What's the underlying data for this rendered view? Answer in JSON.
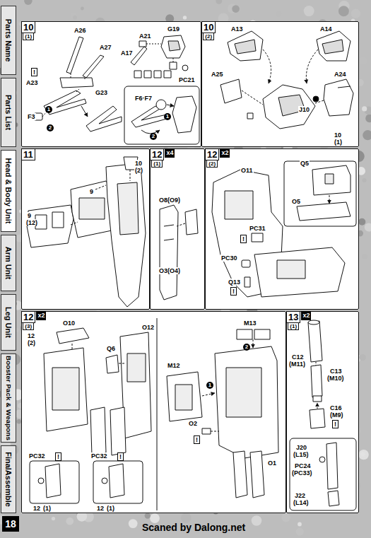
{
  "diagram": {
    "nodes": [
      {
        "text": [
          "10",
          "(1)"
        ]
      },
      {
        "text": [
          "10",
          "(2)"
        ]
      },
      {
        "text": [
          "11"
        ]
      },
      {
        "text": [
          "12",
          "(1)",
          "x4"
        ]
      },
      {
        "text": [
          "12",
          "(2)",
          "x2"
        ]
      },
      {
        "text": [
          "12",
          "(3)",
          "x2"
        ]
      },
      {
        "text": [
          "13",
          "(1)",
          "x2"
        ]
      },
      {
        "text": [
          "Parts Name"
        ]
      },
      {
        "text": [
          "Parts List"
        ]
      },
      {
        "text": [
          "Head & Body Unit"
        ]
      },
      {
        "text": [
          "Arm Unit"
        ]
      },
      {
        "text": [
          "Leg Unit"
        ]
      },
      {
        "text": [
          "Booster Pack & Weapons"
        ]
      },
      {
        "text": [
          "FinalAssemble"
        ]
      },
      {
        "text": [
          "18"
        ]
      }
    ],
    "labels": [
      "A26",
      "A27",
      "G23",
      "!",
      "A23",
      "F3",
      "1",
      "2",
      "A21",
      "A17",
      "G19",
      "PC21",
      "F6·F7",
      "1",
      "2",
      "A13",
      "A14",
      "A25",
      "A24",
      "J10",
      "10",
      "(1)",
      "10",
      "(2)",
      "9",
      "9",
      "(12)",
      "O8(O9)",
      "O3(O4)",
      "O11",
      "Q5",
      "O5",
      "PC31",
      "!",
      "PC30",
      "Q13",
      "!",
      "O10",
      "O12",
      "12",
      "(2)",
      "Q6",
      "PC32",
      "!",
      "PC32",
      "!",
      "12",
      "(1)",
      "12",
      "(1)",
      "M13",
      "2",
      "1",
      "M12",
      "O2",
      "!",
      "O1",
      "C12",
      "(M11)",
      "C13",
      "(M10)",
      "C16",
      "(M9)",
      "!",
      "J20",
      "(L15)",
      "PC24",
      "(PC33)",
      "J22",
      "(L14)",
      "Scaned by Dalong.net"
    ]
  }
}
